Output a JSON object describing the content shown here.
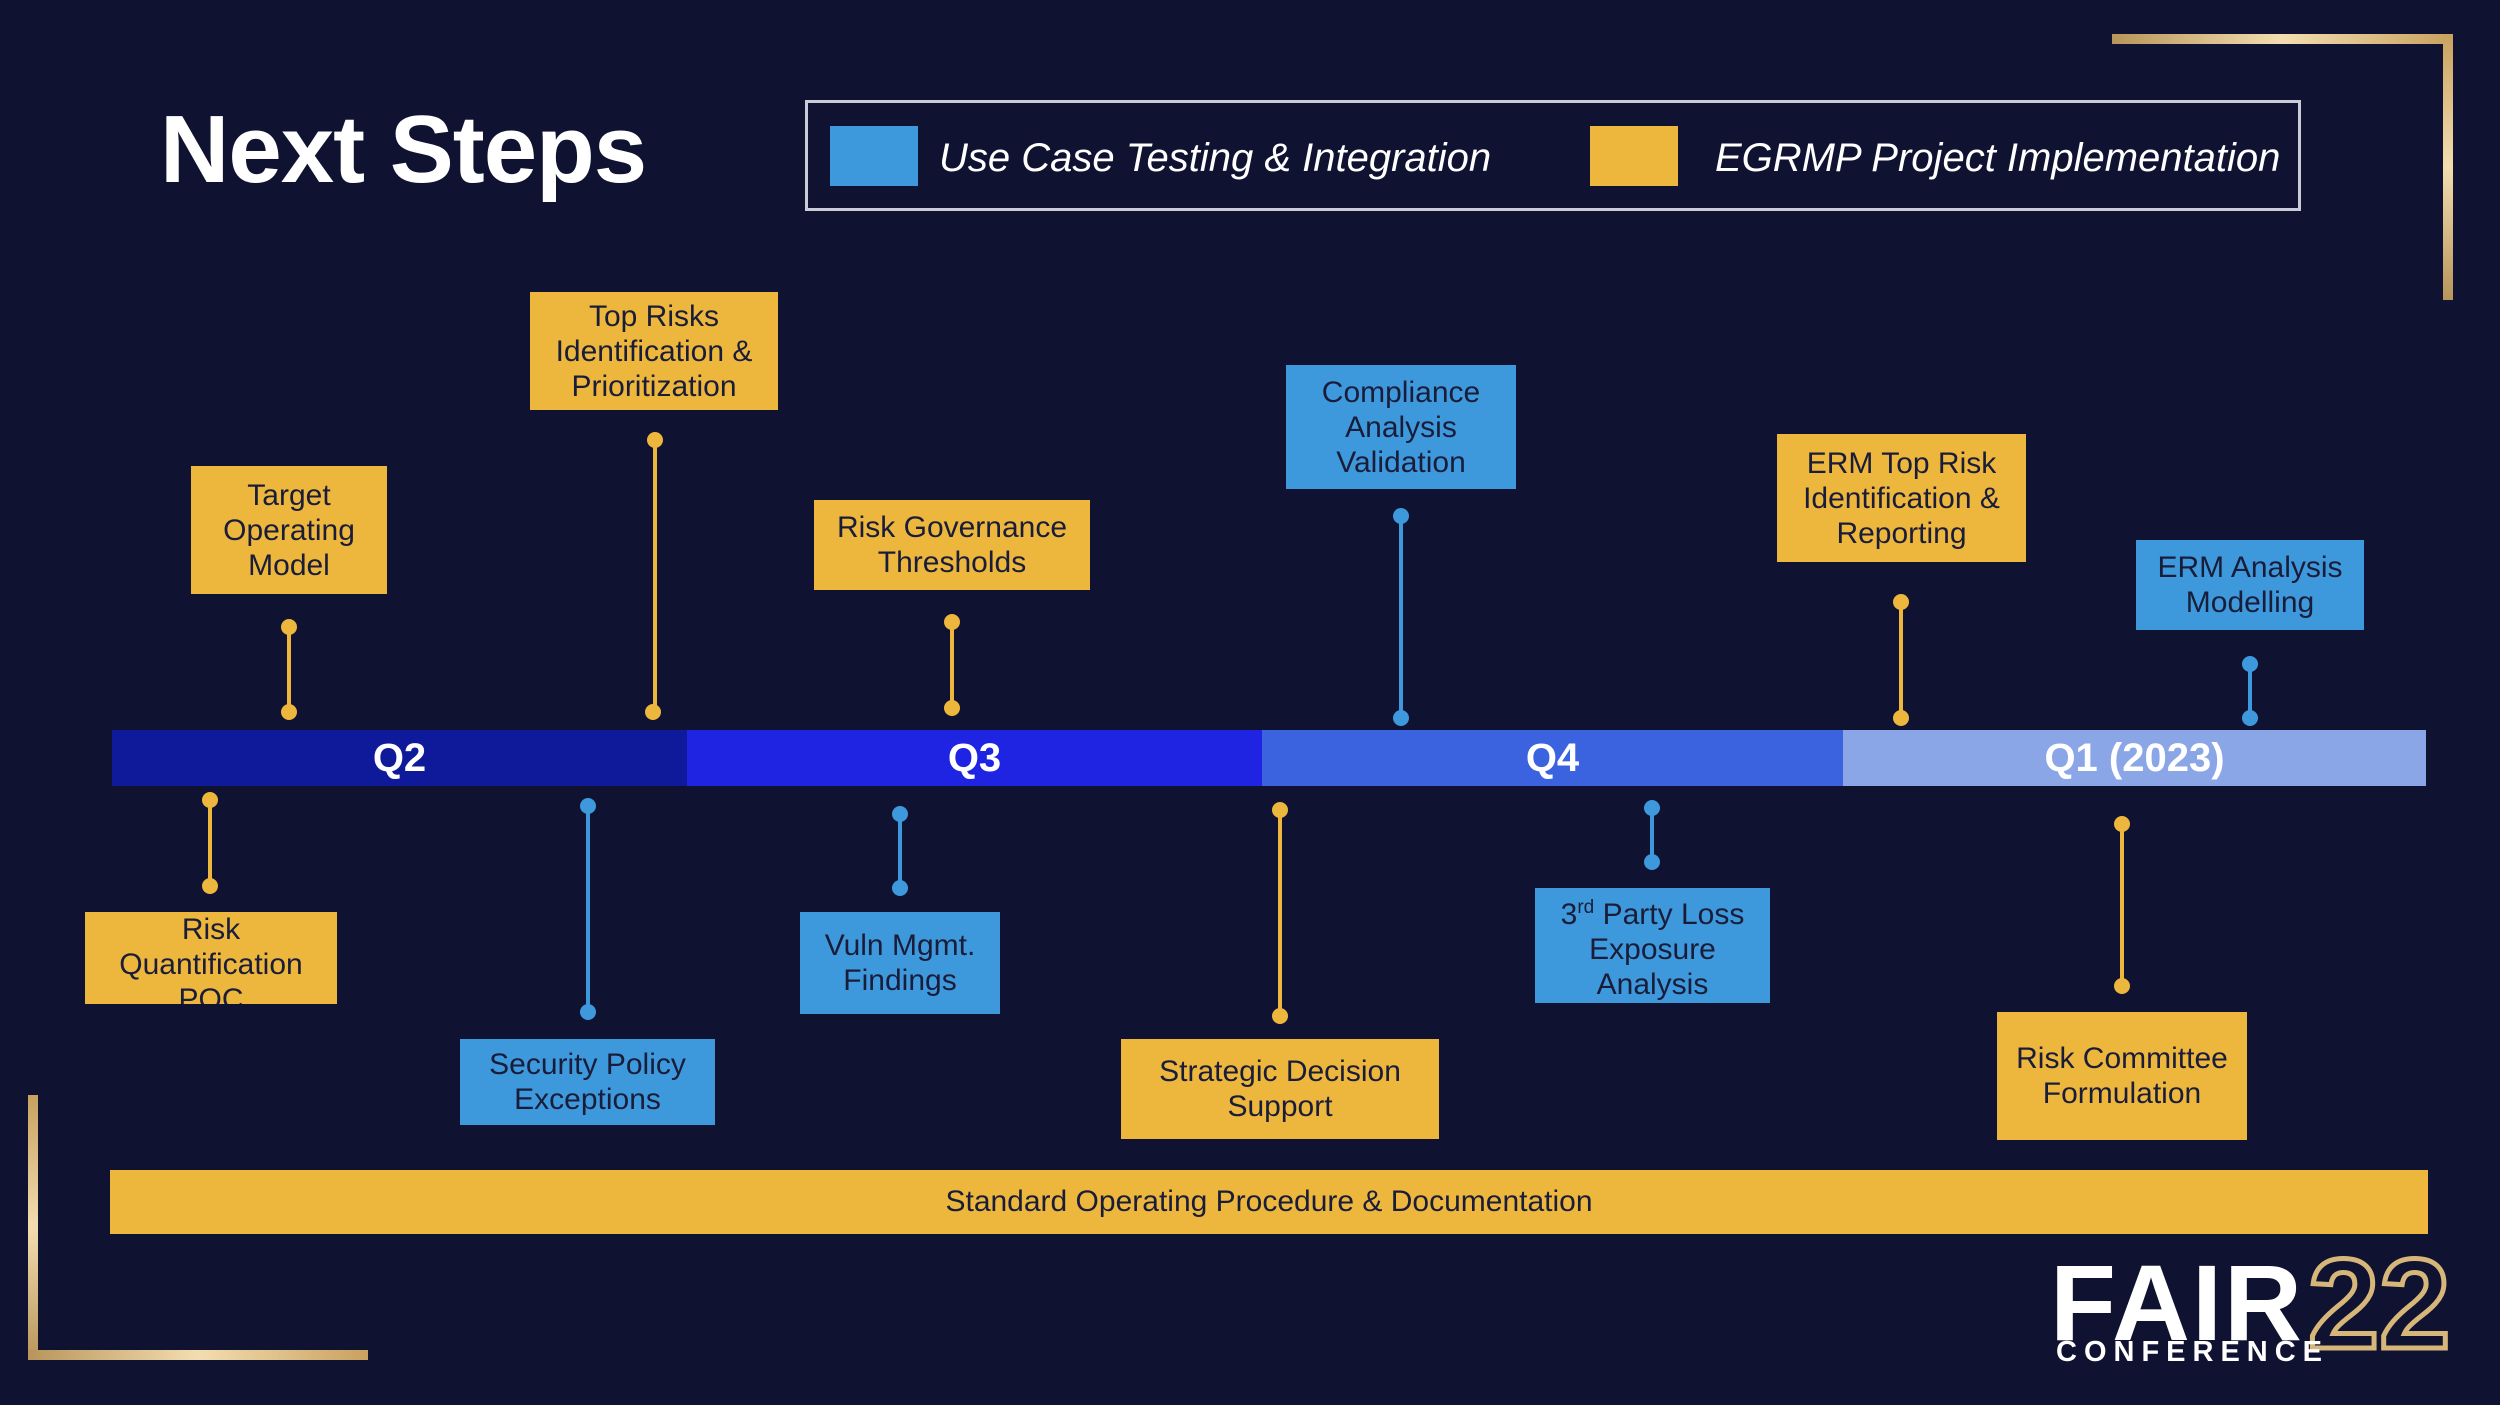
{
  "title": "Next Steps",
  "legend": [
    {
      "label": "Use Case Testing & Integration",
      "color": "#3d99dc"
    },
    {
      "label": "EGRMP Project Implementation",
      "color": "#edb63c"
    }
  ],
  "quarters": [
    {
      "label": "Q2",
      "color": "#0f1a9a"
    },
    {
      "label": "Q3",
      "color": "#1e24e2"
    },
    {
      "label": "Q4",
      "color": "#3b63df"
    },
    {
      "label": "Q1 (2023)",
      "color": "#8aa6e6"
    }
  ],
  "milestones": {
    "target_operating_model": "Target Operating Model",
    "top_risks": "Top Risks Identification & Prioritization",
    "risk_governance": "Risk Governance Thresholds",
    "compliance": "Compliance Analysis Validation",
    "erm_top_risk": "ERM Top Risk Identification & Reporting",
    "erm_analysis": "ERM Analysis Modelling",
    "risk_quant": "Risk Quantification POC",
    "security_policy": "Security Policy Exceptions",
    "vuln_mgmt": "Vuln Mgmt. Findings",
    "strategic_decision": "Strategic Decision Support",
    "third_party_sup": "rd",
    "third_party_a": "3",
    "third_party_b": " Party Loss Exposure Analysis",
    "risk_committee": "Risk Committee Formulation"
  },
  "sop": "Standard Operating Procedure & Documentation",
  "logo": {
    "fair": "FAIR",
    "year": "22",
    "conference": "CONFERENCE"
  }
}
